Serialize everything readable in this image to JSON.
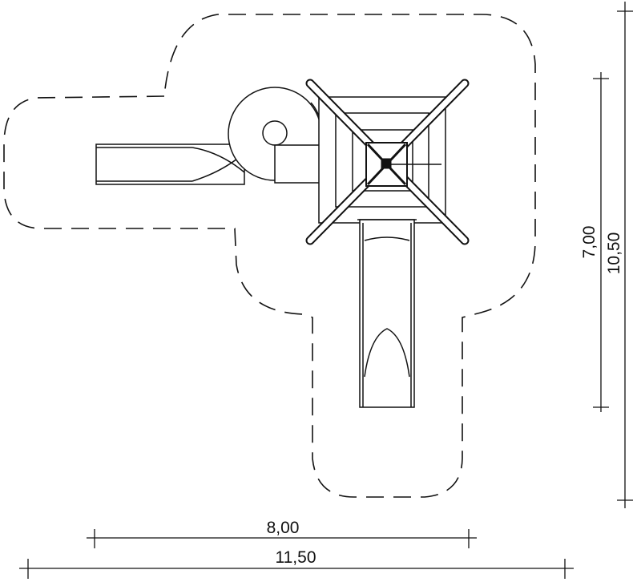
{
  "drawing": {
    "dimensions": {
      "width_inner": "8,00",
      "width_outer": "11,50",
      "height_inner": "7,00",
      "height_outer": "10,50"
    },
    "colors": {
      "line": "#111111",
      "background": "#ffffff"
    }
  }
}
